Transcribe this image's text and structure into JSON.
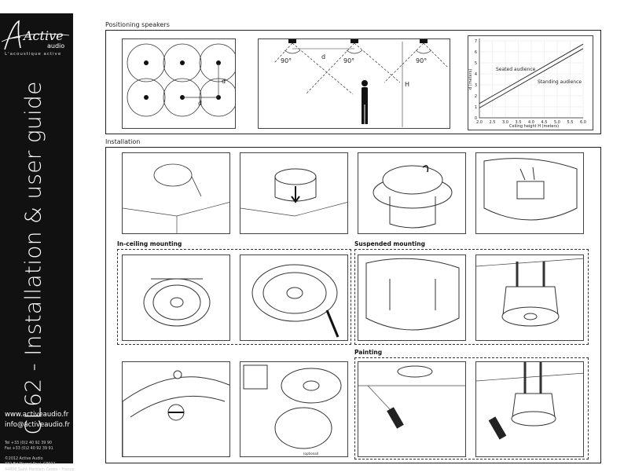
{
  "brand": {
    "logo_text": "Active",
    "logo_sub": "audio",
    "tagline": "L'acoustique active"
  },
  "title": "CL62 - Installation & user guide",
  "contact": {
    "web": "www.activeaudio.fr",
    "email": "info@activeaudio.fr",
    "tel": "Tel   +33 (0)2 40 92 39 90",
    "fax": "Fax  +33 (0)2 40 92 39 91",
    "addr1": "©2012 Active Audio",
    "addr2": "332 Bd Marcel Paul, CP602",
    "addr3": "44806 Saint-Herblain Cedex - France"
  },
  "sections": {
    "positioning": "Positioning speakers",
    "installation": "Installation",
    "in_ceiling": "In-ceiling mounting",
    "suspended": "Suspended mounting",
    "painting": "Painting"
  },
  "diagram_labels": {
    "d": "d",
    "angle": "90°",
    "H": "H",
    "optional": "(optional)"
  },
  "chart_data": {
    "type": "line",
    "xlabel": "Ceiling height H (meters)",
    "ylabel": "d (meters)",
    "xlim": [
      2.0,
      6.0
    ],
    "ylim": [
      0,
      7
    ],
    "x_ticks": [
      "2.0",
      "2.5",
      "3.0",
      "3.5",
      "4.0",
      "4.5",
      "5.0",
      "5.5",
      "6.0"
    ],
    "y_ticks": [
      "0",
      "1",
      "2",
      "3",
      "4",
      "5",
      "6",
      "7"
    ],
    "series": [
      {
        "name": "Seated audience",
        "x": [
          2.0,
          6.0
        ],
        "y": [
          1.3,
          6.7
        ]
      },
      {
        "name": "Standing audience",
        "x": [
          2.0,
          6.0
        ],
        "y": [
          0.9,
          6.3
        ]
      }
    ]
  }
}
